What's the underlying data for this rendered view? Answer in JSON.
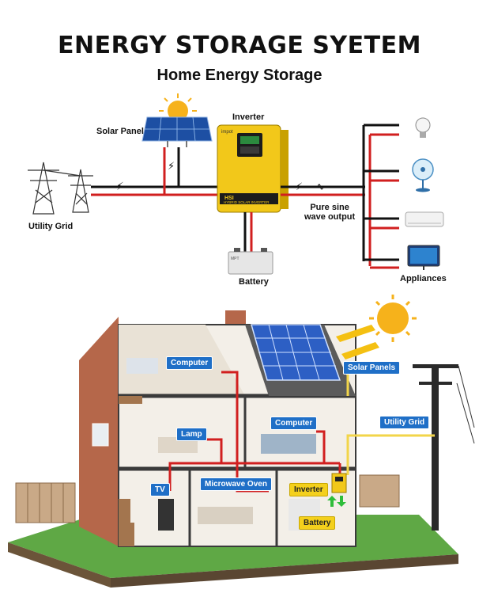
{
  "header": {
    "title": "ENERGY STORAGE SYETEM",
    "subtitle": "Home Energy Storage"
  },
  "diagram": {
    "solar_panel": "Solar Panel",
    "inverter": "Inverter",
    "utility_grid": "Utility Grid",
    "battery": "Battery",
    "pure_sine_line1": "Pure sine",
    "pure_sine_line2": "wave output",
    "appliances": "Appliances",
    "inverter_brand": "impot",
    "inverter_model": "HSI",
    "inverter_subtitle": "HYBRID SOLAR INVERTER",
    "battery_brand": "MPT"
  },
  "house": {
    "solar_panels": "Solar Panels",
    "utility_grid": "Utility Grid",
    "computer_top": "Computer",
    "computer_right": "Computer",
    "lamp": "Lamp",
    "tv": "TV",
    "microwave": "Microwave Oven",
    "inverter": "Inverter",
    "battery": "Battery"
  },
  "colors": {
    "dc_line": "#d11f1f",
    "ac_line": "#111111",
    "grid_line": "#f2d54a",
    "inverter_body": "#f2c81a",
    "tag_blue": "#1f6fc7",
    "tag_yellow": "#f4d01c"
  }
}
